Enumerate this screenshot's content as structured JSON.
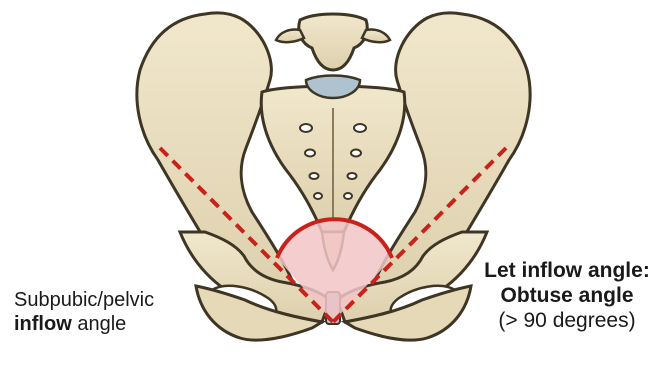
{
  "labels": {
    "left": {
      "line1": "Subpubic/pelvic",
      "line2_bold": "inflow",
      "line2_rest": " angle"
    },
    "right": {
      "line1": "Let inflow angle:",
      "line2": "Obtuse angle",
      "line3": "(> 90 degrees)"
    }
  },
  "colors": {
    "bone_fill": "#ebe0c1",
    "bone_stroke": "#3e3524",
    "disc": "#aec3cf",
    "angle_line": "#c8221a",
    "angle_fill": "#f2c4c7"
  }
}
